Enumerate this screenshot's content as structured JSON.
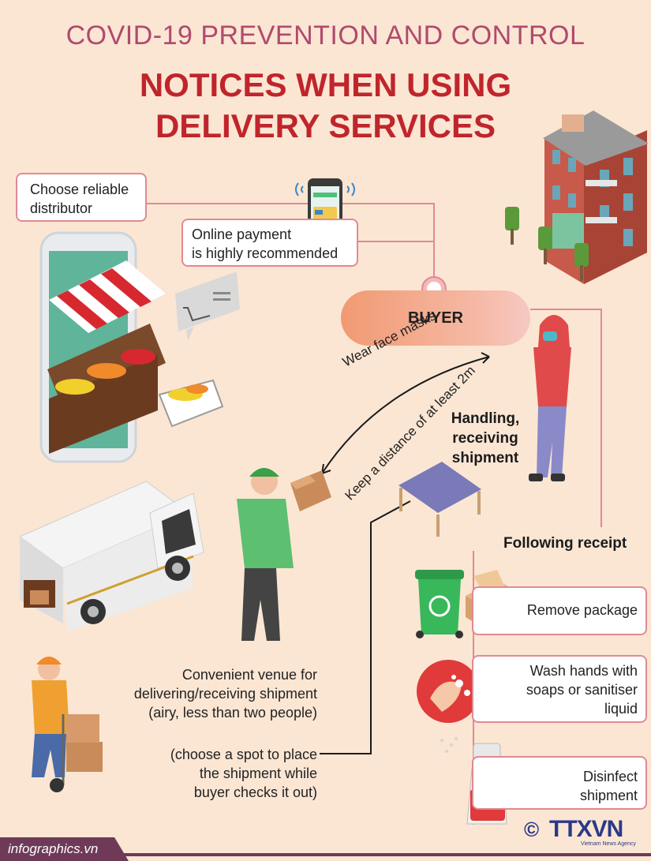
{
  "header": {
    "title_line1": "COVID-19 PREVENTION AND CONTROL",
    "title_line2": "NOTICES WHEN USING",
    "title_line3": "DELIVERY SERVICES"
  },
  "notes": {
    "choose_distributor": [
      "Choose reliable",
      "distributor"
    ],
    "online_payment": [
      "Online payment",
      "is highly recommended"
    ],
    "buyer": "BUYER",
    "wear_masks": "Wear face masks",
    "distance": "Keep a distance of at least 2m",
    "handling": [
      "Handling,",
      "receiving",
      "shipment"
    ],
    "following": "Following receipt",
    "remove_package": "Remove package",
    "wash_hands": [
      "Wash hands with",
      "soaps or sanitiser",
      "liquid"
    ],
    "disinfect": [
      "Disinfect",
      "shipment"
    ],
    "venue": [
      "Convenient venue for",
      "delivering/receiving shipment",
      "(airy, less than two people)"
    ],
    "spot": [
      "(choose a spot to place",
      "the shipment while",
      "buyer checks it out)"
    ]
  },
  "footer": {
    "site": "infographics.vn",
    "copyright": "©",
    "agency": "TTXVN",
    "agency_sub": "Vietnam News Agency"
  },
  "colors": {
    "background": "#fbe6d3",
    "title_pink": "#b04a6e",
    "title_red": "#c0252c",
    "line": "#e08a93",
    "footer": "#6e3a58"
  }
}
